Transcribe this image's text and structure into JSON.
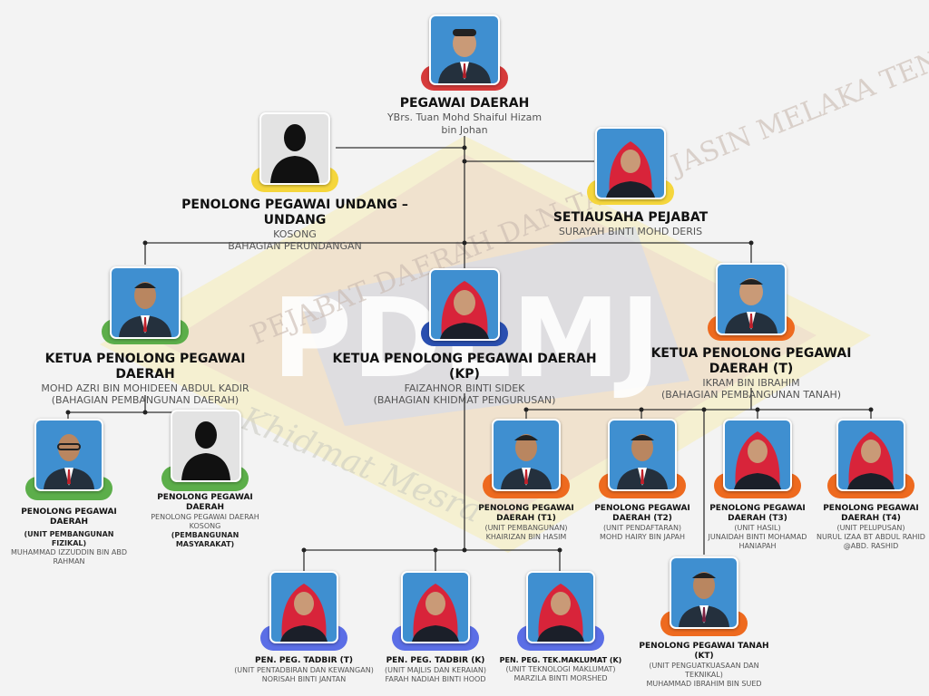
{
  "watermark": {
    "logo_text": "PDLMJ",
    "arc_top": "PEJABAT DAERAH DAN TANAH JASIN MELAKA TENGAH",
    "arc_bottom": "Khidmat Mesra"
  },
  "people": {
    "pegawai_daerah": {
      "title": "PEGAWAI DAERAH",
      "lines": [
        "YBrs. Tuan Mohd Shaiful Hizam",
        "bin Johan"
      ]
    },
    "undang": {
      "title": "PENOLONG PEGAWAI UNDANG – UNDANG",
      "lines": [
        "KOSONG",
        "BAHAGIAN PERUNDANGAN"
      ]
    },
    "setiausaha": {
      "title": "SETIAUSAHA PEJABAT",
      "lines": [
        "SURAYAH BINTI MOHD DERIS"
      ]
    },
    "kppd_left": {
      "title": "KETUA PENOLONG PEGAWAI DAERAH",
      "lines": [
        "MOHD AZRI BIN MOHIDEEN ABDUL KADIR",
        "(BAHAGIAN PEMBANGUNAN DAERAH)"
      ]
    },
    "kppd_kp": {
      "title": "KETUA PENOLONG PEGAWAI DAERAH (KP)",
      "lines": [
        "FAIZAHNOR BINTI SIDEK",
        "(BAHAGIAN KHIDMAT PENGURUSAN)"
      ]
    },
    "kppd_t": {
      "title": "KETUA PENOLONG PEGAWAI DAERAH (T)",
      "lines": [
        "IKRAM BIN IBRAHIM",
        "(BAHAGIAN PEMBANGUNAN TANAH)"
      ]
    },
    "ppd_fizikal": {
      "title": "PENOLONG PEGAWAI DAERAH",
      "lines": [
        "(UNIT PEMBANGUNAN FIZIKAL)",
        "MUHAMMAD IZZUDDIN BIN ABD RAHMAN"
      ]
    },
    "ppd_masyarakat": {
      "title": "PENOLONG PEGAWAI DAERAH",
      "lines": [
        "PENOLONG PEGAWAI DAERAH",
        "KOSONG",
        "(PEMBANGUNAN MASYARAKAT)"
      ]
    },
    "ppd_t1": {
      "title": "PENOLONG PEGAWAI DAERAH (T1)",
      "lines": [
        "(UNIT PEMBANGUNAN)",
        "KHAIRIZAN BIN HASIM"
      ]
    },
    "ppd_t2": {
      "title": "PENOLONG PEGAWAI DAERAH (T2)",
      "lines": [
        "(UNIT PENDAFTARAN)",
        "MOHD HAIRY BIN JAPAH"
      ]
    },
    "ppd_t3": {
      "title": "PENOLONG PEGAWAI DAERAH (T3)",
      "lines": [
        "(UNIT HASIL)",
        "JUNAIDAH BINTI MOHAMAD HANIAPAH"
      ]
    },
    "ppd_t4": {
      "title": "PENOLONG PEGAWAI DAERAH (T4)",
      "lines": [
        "(UNIT PELUPUSAN)",
        "NURUL IZAA BT ABDUL RAHID @ABD. RASHID"
      ]
    },
    "ppt_kt": {
      "title": "PENOLONG PEGAWAI TANAH (KT)",
      "lines": [
        "(UNIT PENGUATKUASAAN DAN TEKNIKAL)",
        "MUHAMMAD IBRAHIM BIN SUED"
      ]
    },
    "tadbir_t": {
      "title": "PEN. PEG. TADBIR (T)",
      "lines": [
        "(UNIT PENTADBIRAN DAN KEWANGAN)",
        "NORISAH BINTI JANTAN"
      ]
    },
    "tadbir_k": {
      "title": "PEN. PEG. TADBIR (K)",
      "lines": [
        "(UNIT MAJLIS DAN KERAIAN)",
        "FARAH NADIAH BINTI HOOD"
      ]
    },
    "tek_maklumat": {
      "title": "PEN. PEG. TEK.MAKLUMAT (K)",
      "lines": [
        "(UNIT TEKNOLOGI MAKLUMAT)",
        "MARZILA BINTI MORSHED"
      ]
    }
  },
  "colors": {
    "red": "#d63a3a",
    "yellow": "#f5d63c",
    "green": "#5cae4a",
    "blue": "#2a4fb0",
    "orange": "#ee6a1f",
    "periwinkle": "#5b6ee6",
    "photo_bg": "#3f8fd0",
    "line": "#333333"
  }
}
